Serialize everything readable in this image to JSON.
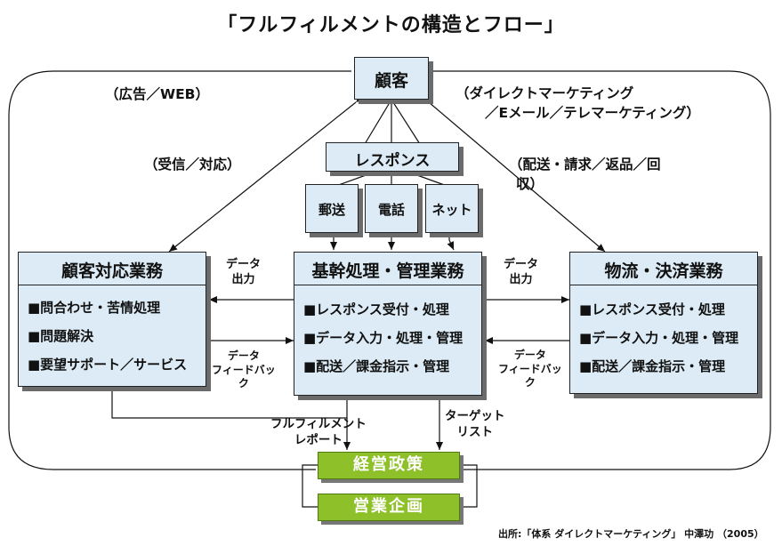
{
  "title": "「フルフィルメントの構造とフロー」",
  "customer": "顧客",
  "response": "レスポンス",
  "channels": [
    "郵送",
    "電話",
    "ネット"
  ],
  "labels": {
    "ad": "（広告／WEB）",
    "dm_line1": "（ダイレクトマーケティング",
    "dm_line2": "／Eメール／テレマーケティング）",
    "receive": "（受信／対応）",
    "delivery_line1": "（配送・請求／返品／回",
    "delivery_line2": "収）",
    "data_out_left": "データ\n出力",
    "data_out_right": "データ\n出力",
    "feedback_left": "データ\nフィードバッ\nク",
    "feedback_right": "データ\nフィードバッ\nク",
    "fulfillment_report": "フルフィルメント\nレポート",
    "target_list": "ターゲット\nリスト"
  },
  "boxes": {
    "customer_service": {
      "title": "顧客対応業務",
      "items": [
        "■問合わせ・苦情処理",
        "■問題解決",
        "■要望サポート／サービス"
      ]
    },
    "core": {
      "title": "基幹処理・管理業務",
      "items": [
        "■レスポンス受付・処理",
        "■データ入力・処理・管理",
        "■配送／課金指示・管理"
      ]
    },
    "logistics": {
      "title": "物流・決済業務",
      "items": [
        "■レスポンス受付・処理",
        "■データ入力・処理・管理",
        "■配送／課金指示・管理"
      ]
    }
  },
  "management": [
    "経営政策",
    "営業企画"
  ],
  "source": "出所:「体系  ダイレクトマーケティング」 中澤功 （2005）",
  "colors": {
    "box_fill": "#dcebf5",
    "green_fill": "#8ec02a",
    "shadow": "#6b6b6b"
  }
}
